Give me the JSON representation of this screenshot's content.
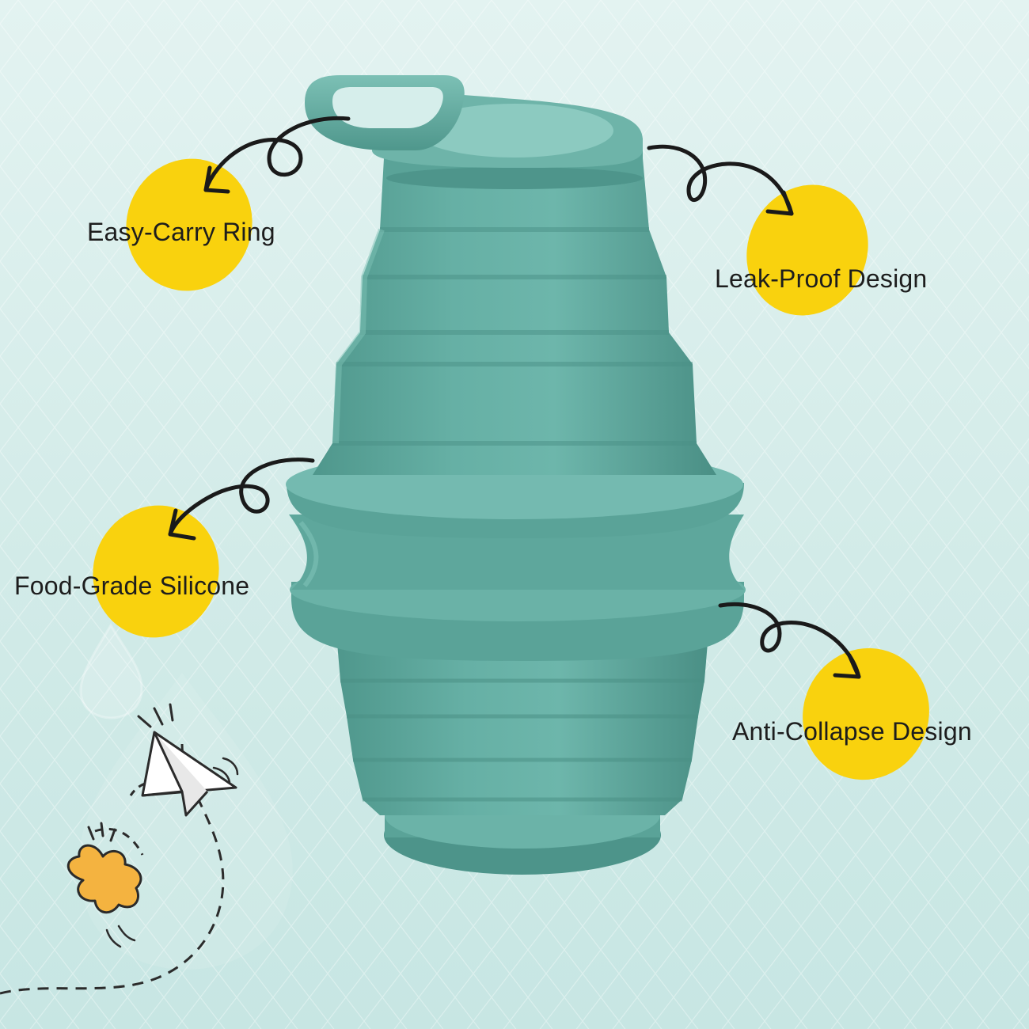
{
  "product": {
    "name": "collapsible-silicone-water-bottle",
    "color": "#5ea79c"
  },
  "features": [
    {
      "label": "Easy-Carry Ring"
    },
    {
      "label": "Leak-Proof Design"
    },
    {
      "label": "Food-Grade Silicone"
    },
    {
      "label": "Anti-Collapse Design"
    }
  ],
  "colors": {
    "background": "#d6eeeb",
    "highlight": "#f9d20e",
    "bottle": "#5ea79c",
    "text": "#1d1d1d"
  },
  "decorations": [
    "water-drop-icon",
    "paper-plane-icon",
    "star-icon",
    "dashed-flight-path"
  ]
}
